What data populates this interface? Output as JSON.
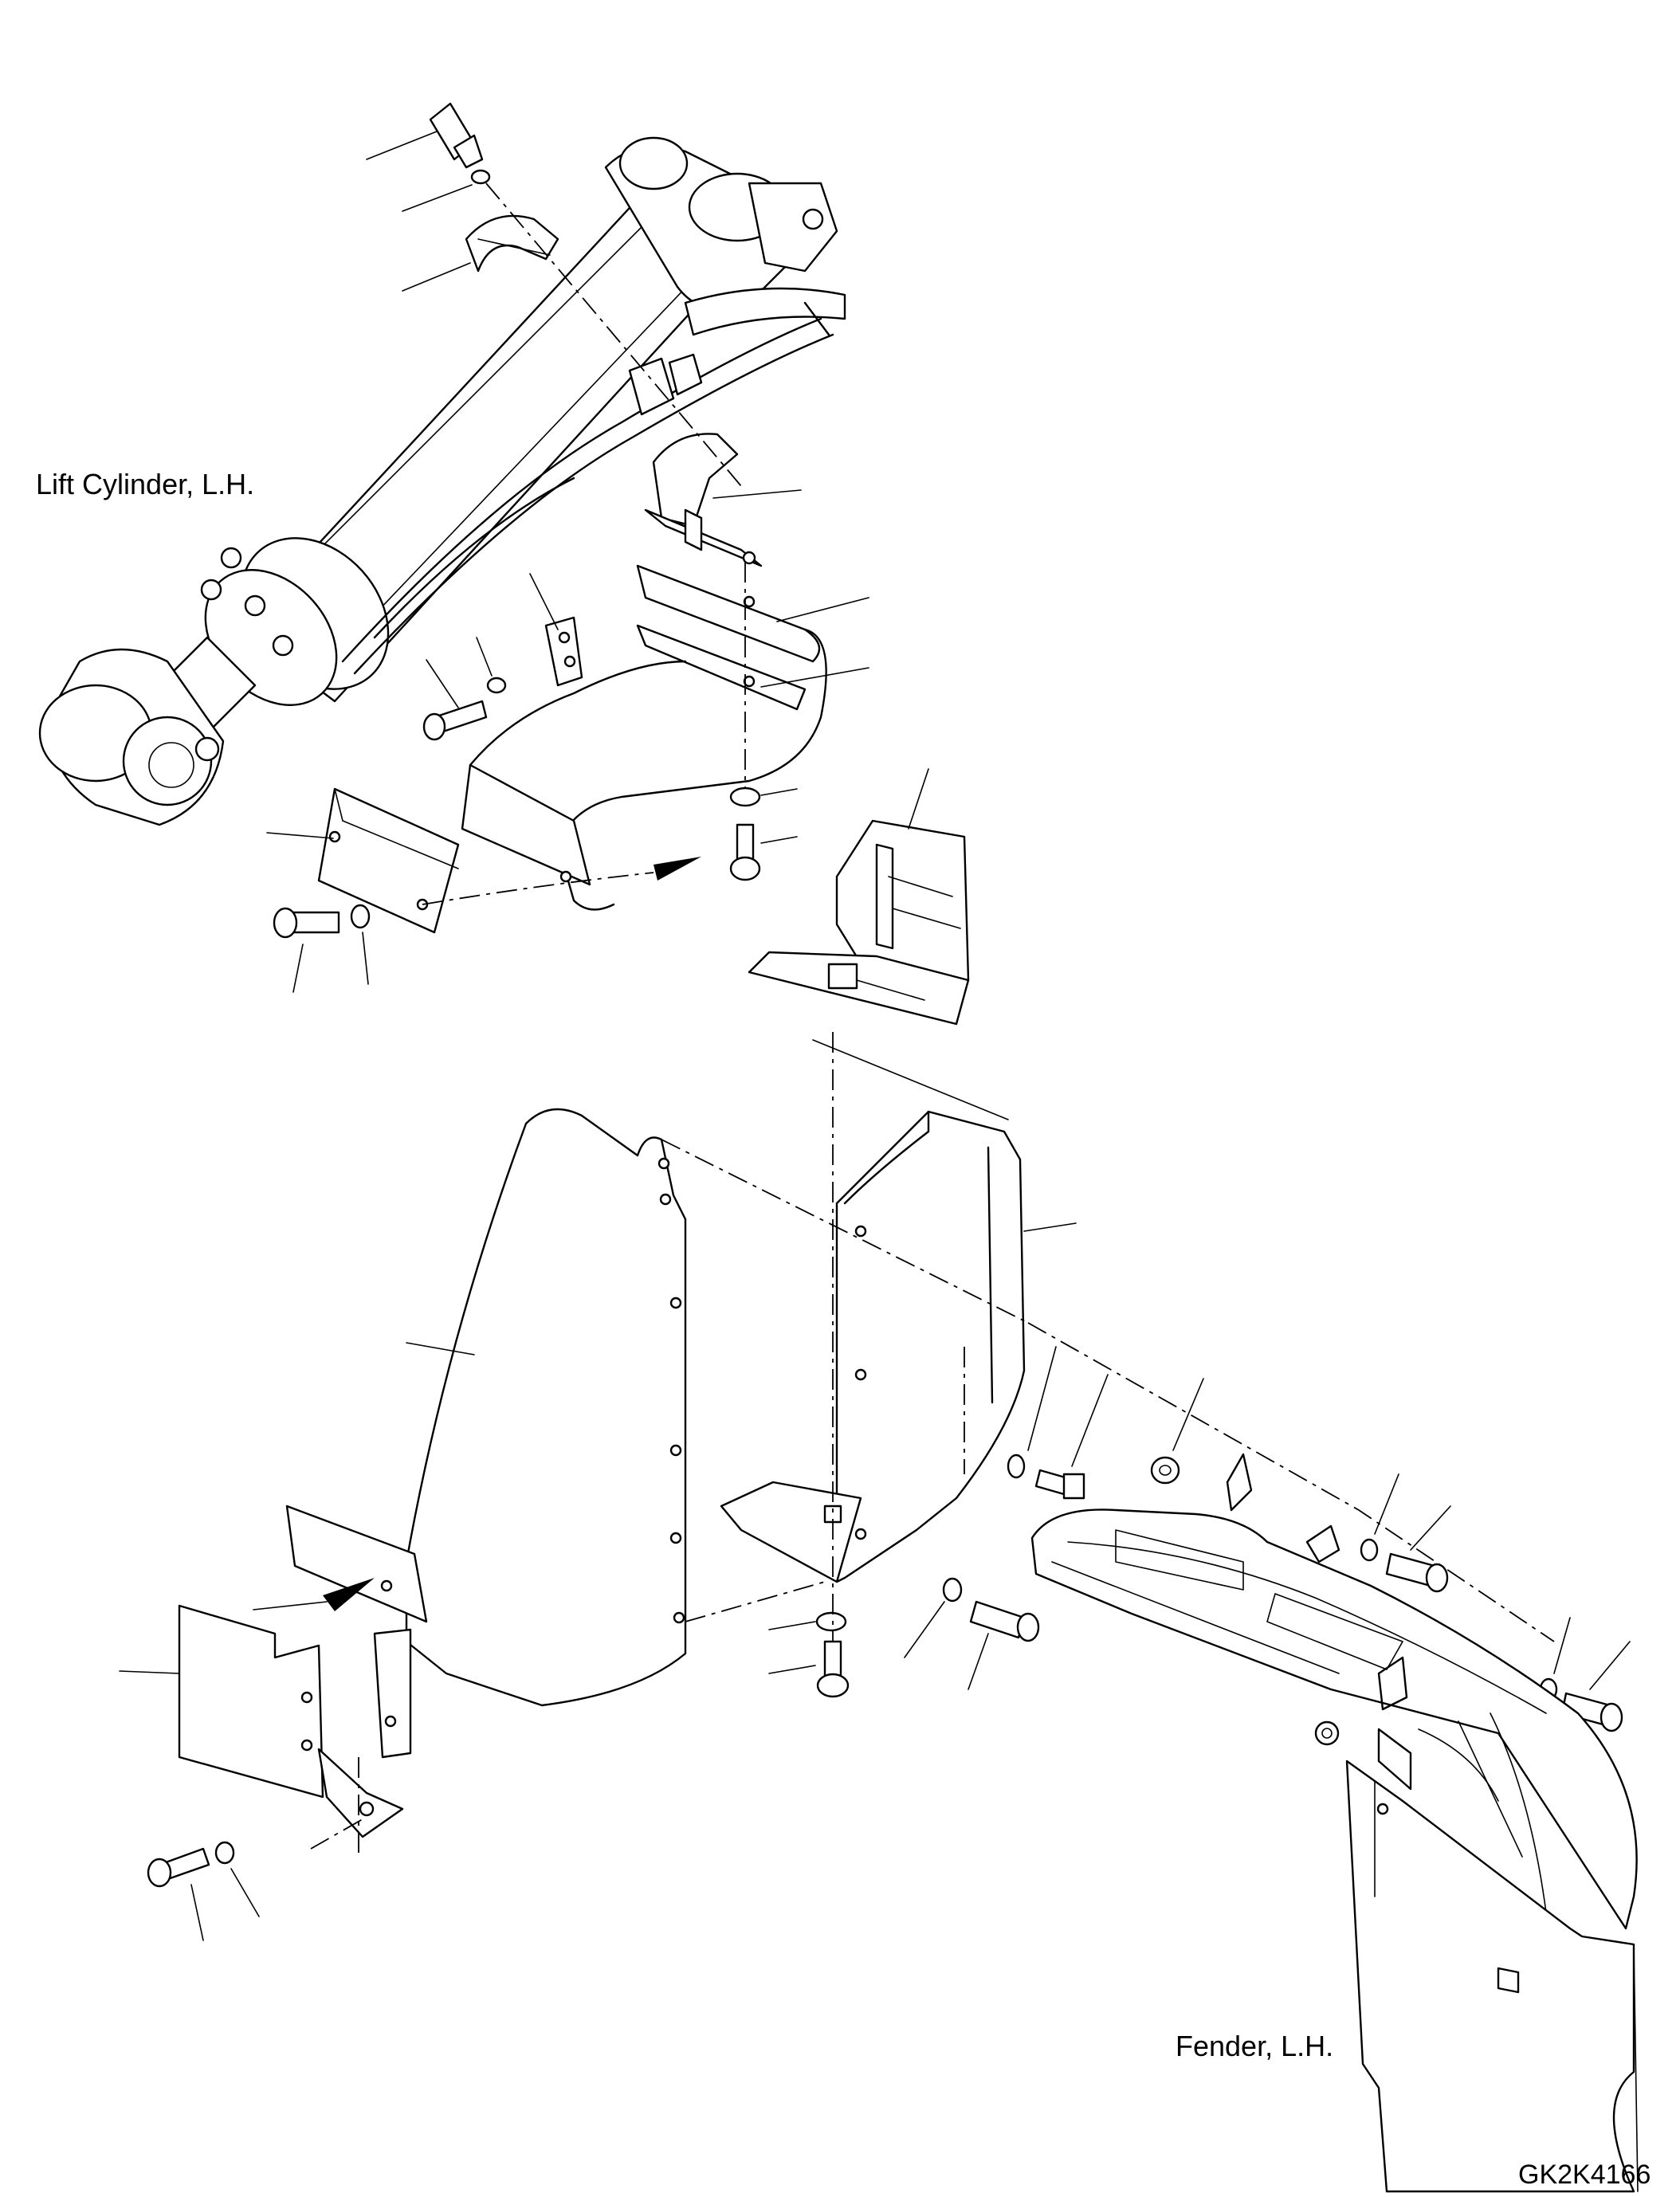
{
  "labels": {
    "lift_cylinder": "Lift Cylinder, L.H.",
    "fender": "Fender, L.H.",
    "drawing_code": "GK2K4166"
  }
}
